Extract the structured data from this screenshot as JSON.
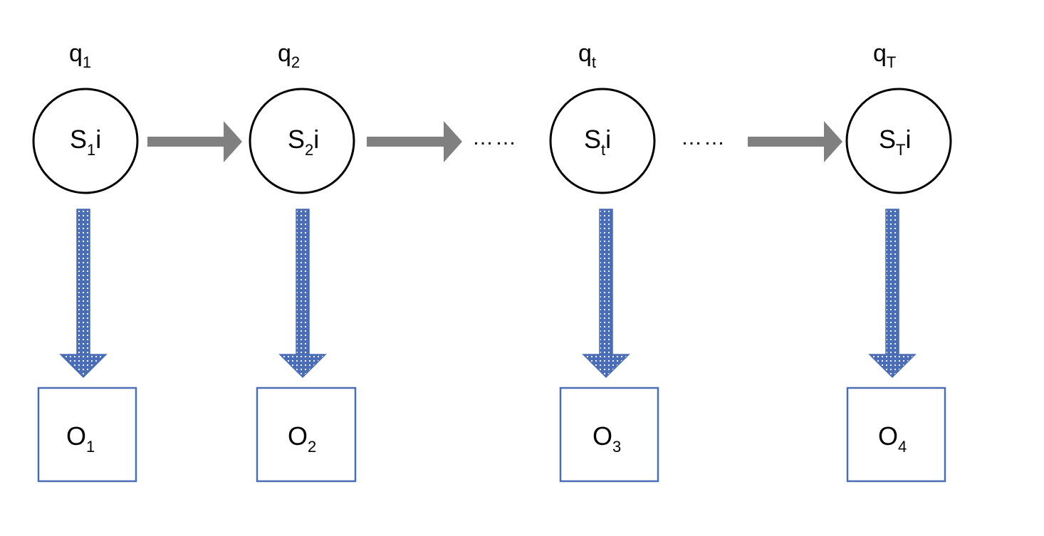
{
  "colors": {
    "background": "#ffffff",
    "state_stroke": "#000000",
    "transition_arrow": "#808080",
    "emission_arrow_fill": "#4a6db5",
    "emission_dot": "#ffffff",
    "observation_stroke": "#4a6db5"
  },
  "states": [
    {
      "q_base": "q",
      "q_sub": "1",
      "s_base": "S",
      "s_sub": "1",
      "s_suffix": "i"
    },
    {
      "q_base": "q",
      "q_sub": "2",
      "s_base": "S",
      "s_sub": "2",
      "s_suffix": "i"
    },
    {
      "q_base": "q",
      "q_sub": "t",
      "s_base": "S",
      "s_sub": "t",
      "s_suffix": "i"
    },
    {
      "q_base": "q",
      "q_sub": "T",
      "s_base": "S",
      "s_sub": "T",
      "s_suffix": "i"
    }
  ],
  "observations": [
    {
      "base": "O",
      "sub": "1"
    },
    {
      "base": "O",
      "sub": "2"
    },
    {
      "base": "O",
      "sub": "3"
    },
    {
      "base": "O",
      "sub": "4"
    }
  ],
  "ellipses": [
    "……",
    "……"
  ]
}
